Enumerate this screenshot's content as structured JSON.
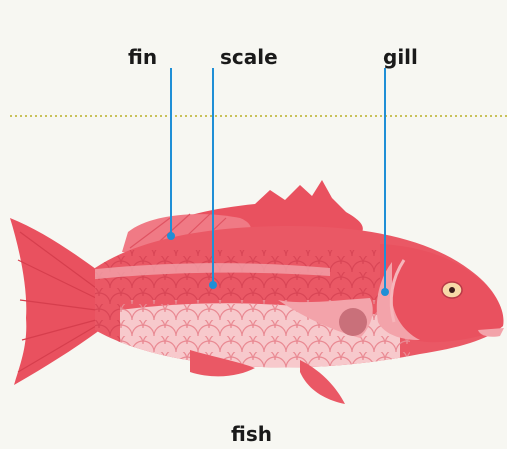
{
  "labels": {
    "fin": "fin",
    "scale": "scale",
    "gill": "gill"
  },
  "caption": "fish",
  "colors": {
    "background": "#f7f7f2",
    "fish_body": "#e9515f",
    "fish_light": "#f3a3aa",
    "fish_belly": "#f7c9cc",
    "leader_line": "#1f8fd6",
    "dotted_rule": "#c9c25a"
  }
}
